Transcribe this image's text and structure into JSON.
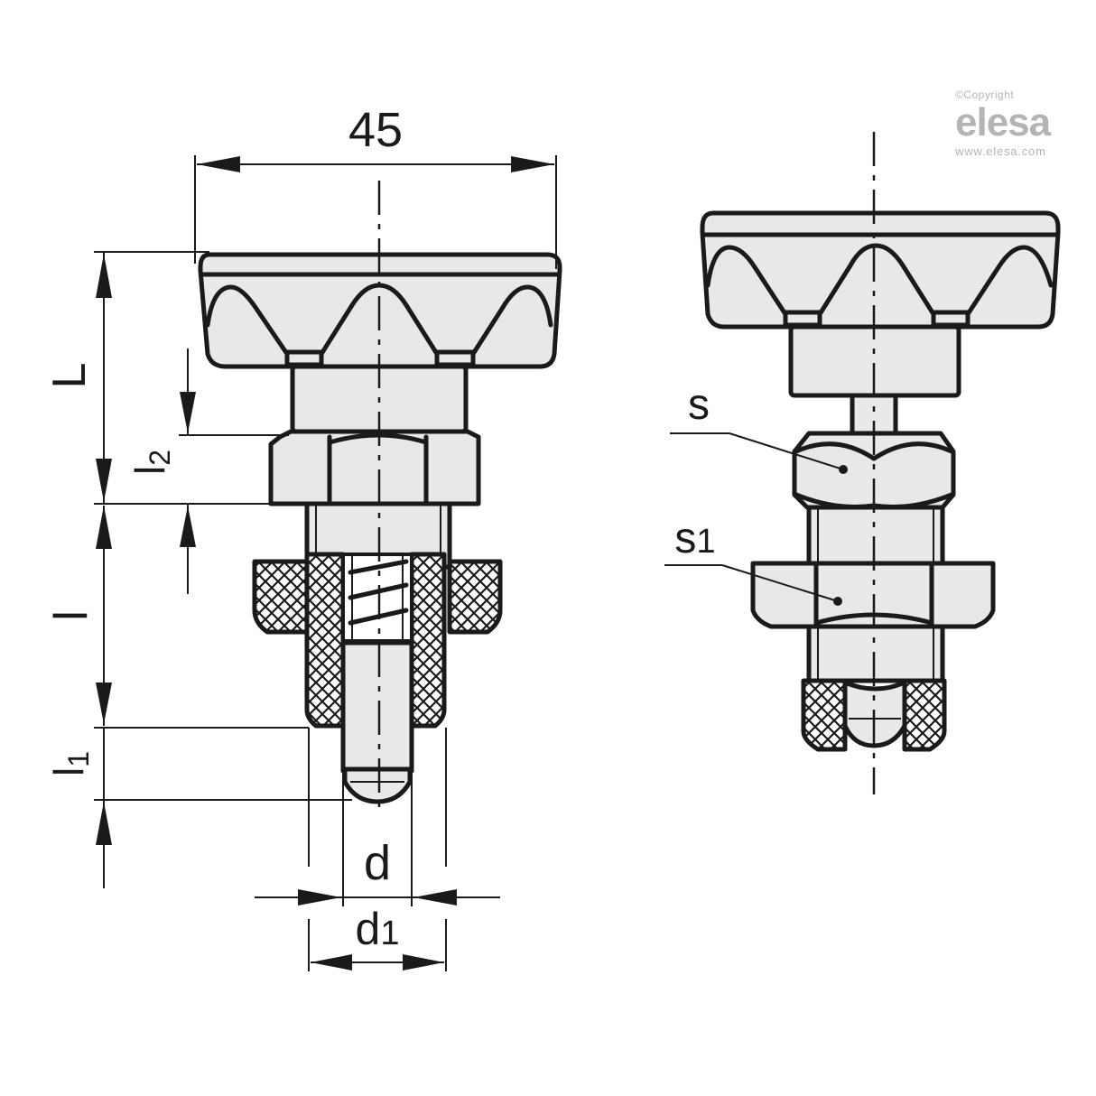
{
  "watermark": {
    "copyright": "©Copyright",
    "brand": "elesa",
    "url": "www.elesa.com"
  },
  "front_view": {
    "dimensions": {
      "width": "45",
      "L": "L",
      "l2": "l",
      "l2_sub": "2",
      "l": "l",
      "l1": "l",
      "l1_sub": "1",
      "d": "d",
      "d1": "d",
      "d1_sub": "1"
    }
  },
  "side_view": {
    "labels": {
      "s": "s",
      "s1": "s",
      "s1_sub": "1"
    }
  },
  "colors": {
    "line": "#1a1a1a",
    "fill": "#e8e8e8",
    "watermark": "#b4b4b4"
  }
}
